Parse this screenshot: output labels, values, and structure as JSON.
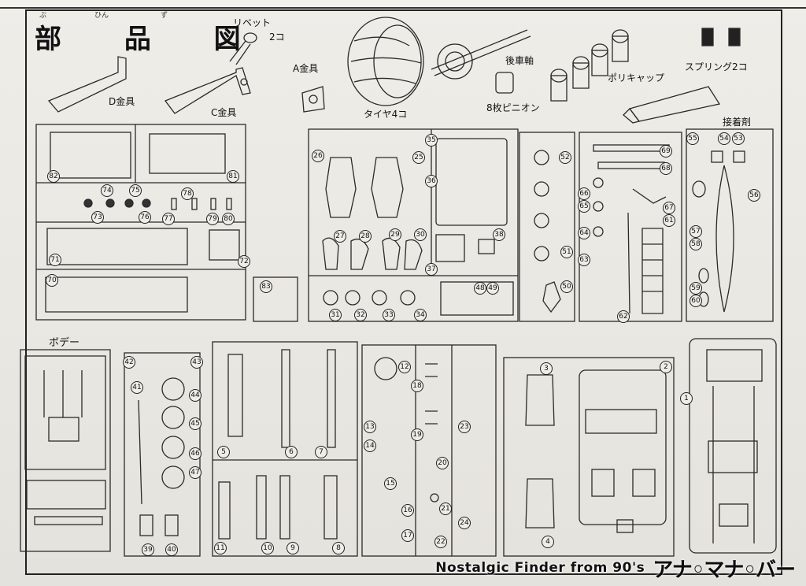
{
  "title": {
    "text": "部 品 図",
    "ruby": [
      "ぶ",
      "ひん",
      "ず"
    ]
  },
  "parts_labels": {
    "rivet": "リベット",
    "rivet_qty": "2コ",
    "a_bracket": "A金具",
    "c_bracket": "C金具",
    "d_bracket": "D金具",
    "tire": "タイヤ4コ",
    "rear_axle": "後車軸",
    "pinion": "8枚ピニオン",
    "poly_cap": "ポリキャップ",
    "spring": "スプリング2コ",
    "adhesive": "接着剤",
    "body": "ボデー"
  },
  "part_numbers": {
    "r1": [
      "82",
      "81",
      "74",
      "75",
      "73",
      "76",
      "77",
      "78",
      "79",
      "80",
      "71",
      "72",
      "70"
    ],
    "r2": [
      "83"
    ],
    "r3": [
      "26",
      "25",
      "35",
      "36",
      "27",
      "28",
      "29",
      "30",
      "37",
      "38",
      "31",
      "32",
      "33",
      "34",
      "48",
      "49"
    ],
    "r4": [
      "52",
      "51",
      "50"
    ],
    "r5": [
      "69",
      "68",
      "66",
      "65",
      "67",
      "61",
      "64",
      "63",
      "62"
    ],
    "r6": [
      "55",
      "54",
      "53",
      "56",
      "57",
      "58",
      "59",
      "60"
    ],
    "r7": [
      "42",
      "43",
      "41",
      "44",
      "45",
      "46",
      "47",
      "39",
      "40"
    ],
    "r8": [
      "5",
      "6",
      "7",
      "11",
      "10",
      "9",
      "8"
    ],
    "r9": [
      "12",
      "18",
      "13",
      "19",
      "14",
      "20",
      "15",
      "21",
      "16",
      "17",
      "22",
      "23",
      "24"
    ],
    "r10": [
      "3",
      "2",
      "1",
      "4"
    ]
  },
  "watermark": {
    "text": "Nostalgic Finder from 90's",
    "logo": "アナ◦マナ◦バー"
  }
}
